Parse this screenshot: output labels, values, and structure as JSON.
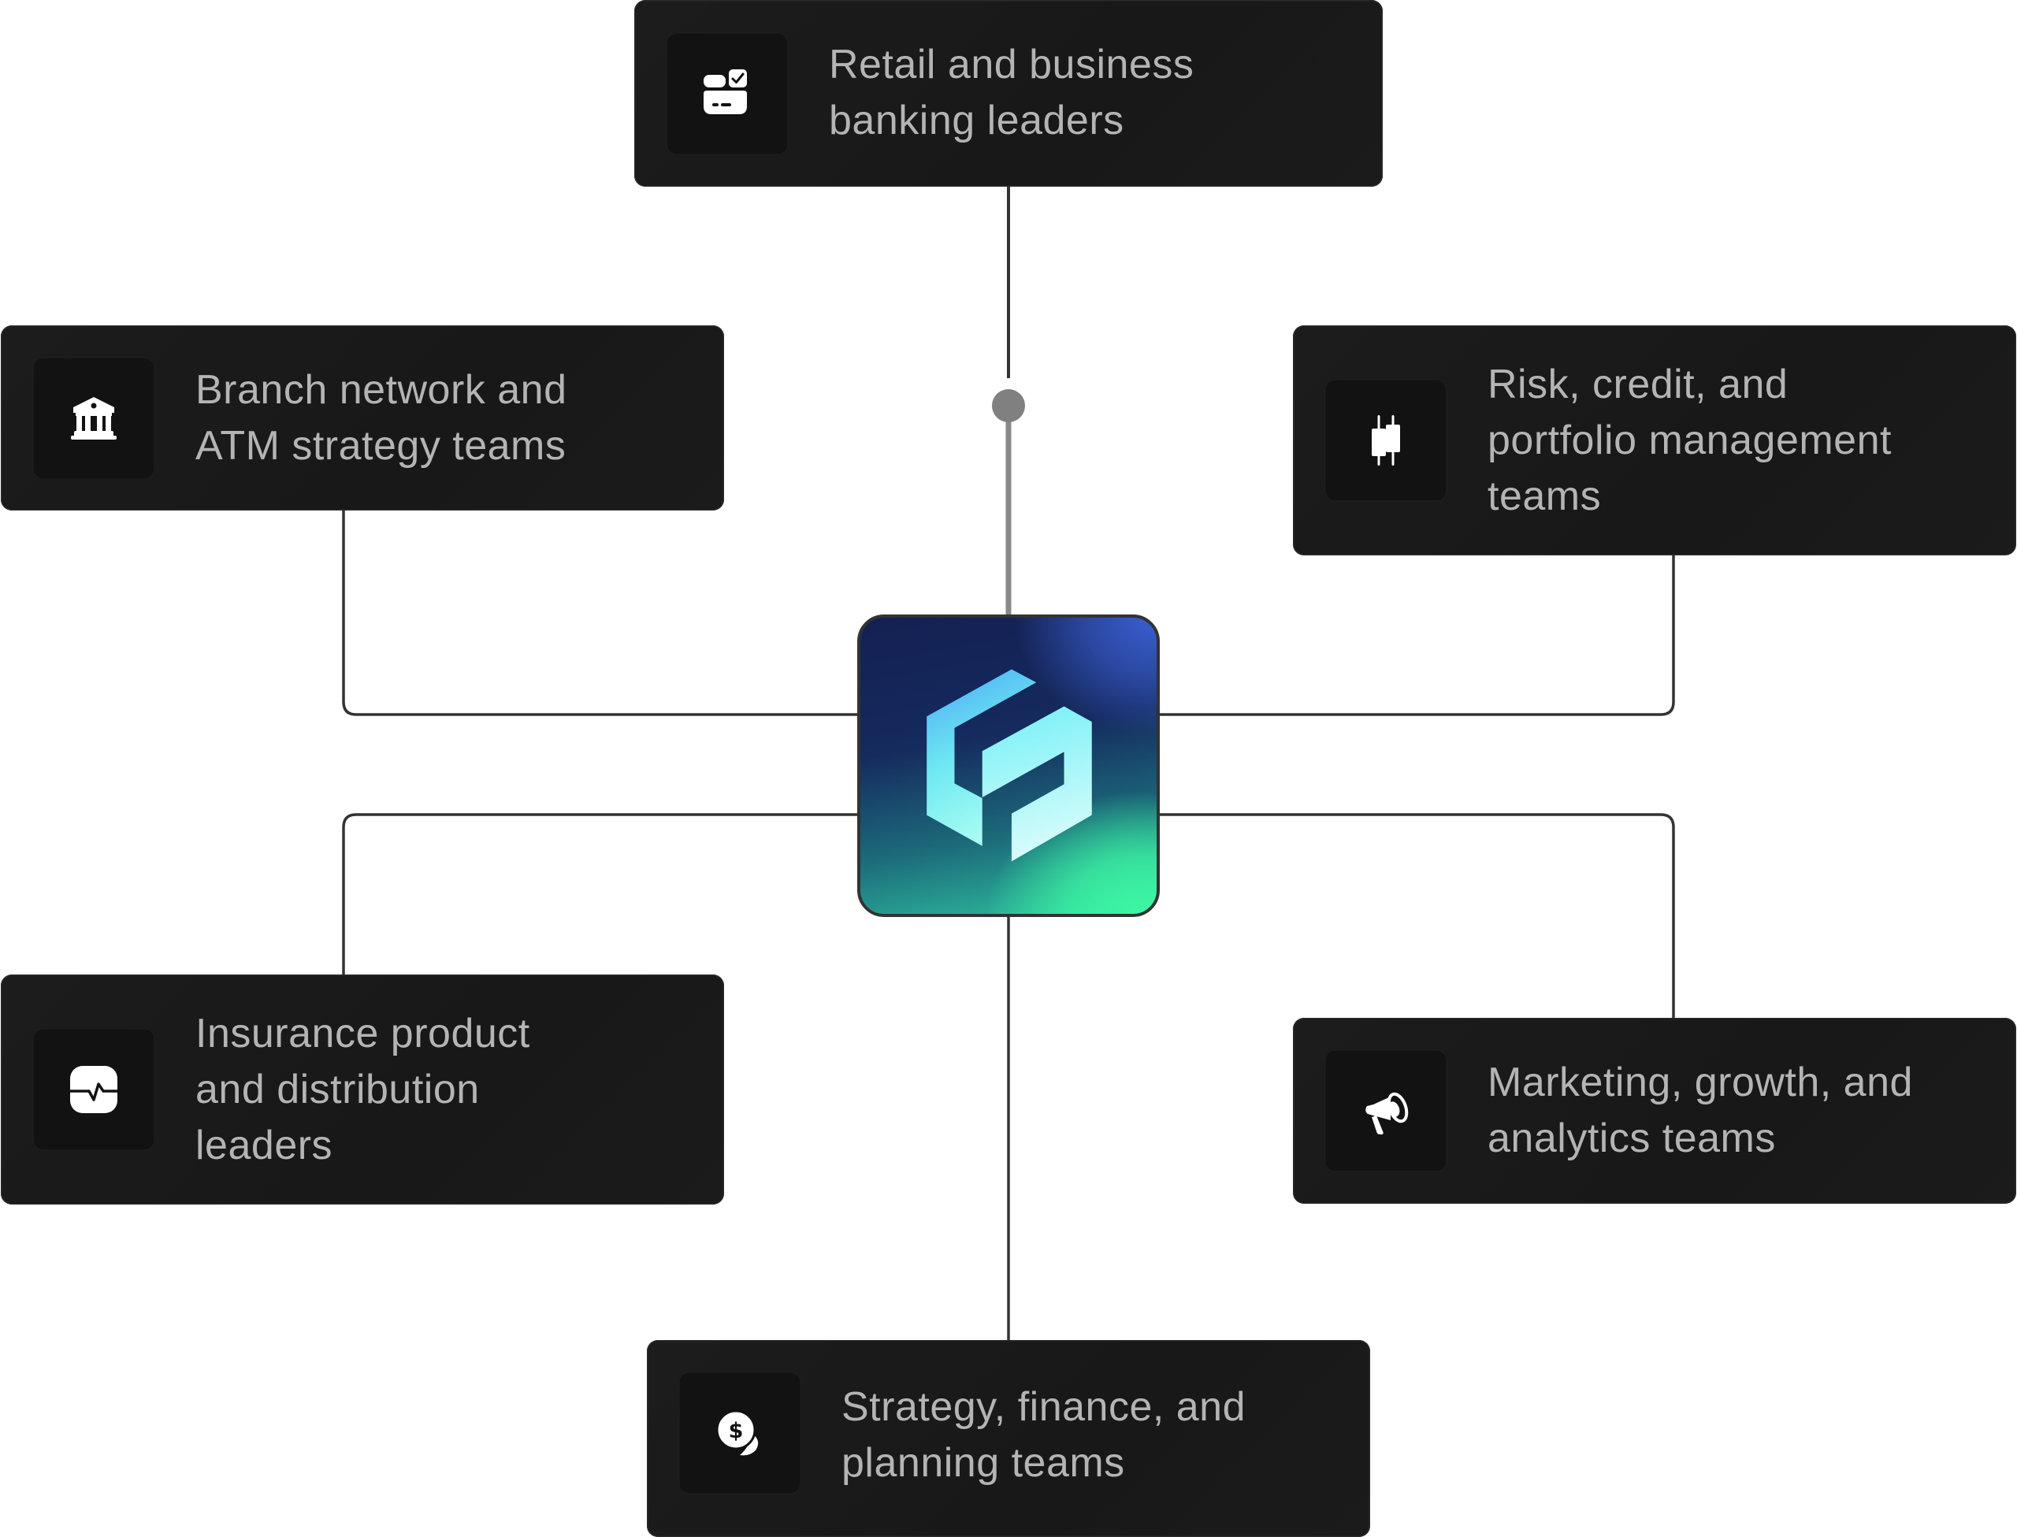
{
  "diagram": {
    "title": "",
    "hub": {
      "name": "Platform logo",
      "icon": "hexagon-logo-icon"
    },
    "colors": {
      "card_background": "#1a1a1a",
      "icon_box_background": "#121212",
      "label_text": "#b4b4b4",
      "connector": "#333333",
      "active_connector": "#888888",
      "hub_gradient_start": "#142052",
      "hub_gradient_mid": "#3a5fd2",
      "hub_gradient_end": "#3cf7a3"
    },
    "nodes": [
      {
        "id": "retail",
        "label": "Retail and business\nbanking leaders",
        "icon": "card-check-icon"
      },
      {
        "id": "branch",
        "label": "Branch network and\nATM strategy teams",
        "icon": "bank-building-icon"
      },
      {
        "id": "risk",
        "label": "Risk, credit, and\nportfolio management\nteams",
        "icon": "candlestick-chart-icon"
      },
      {
        "id": "insure",
        "label": "Insurance product\nand distribution\nleaders",
        "icon": "pulse-monitor-icon"
      },
      {
        "id": "market",
        "label": "Marketing, growth, and\nanalytics teams",
        "icon": "megaphone-icon"
      },
      {
        "id": "strategy",
        "label": "Strategy, finance, and\nplanning teams",
        "icon": "coins-dollar-icon"
      }
    ],
    "edges": [
      {
        "from": "hub",
        "to": "retail",
        "highlighted": true
      },
      {
        "from": "hub",
        "to": "branch",
        "highlighted": false
      },
      {
        "from": "hub",
        "to": "risk",
        "highlighted": false
      },
      {
        "from": "hub",
        "to": "insure",
        "highlighted": false
      },
      {
        "from": "hub",
        "to": "market",
        "highlighted": false
      },
      {
        "from": "hub",
        "to": "strategy",
        "highlighted": false
      }
    ]
  }
}
